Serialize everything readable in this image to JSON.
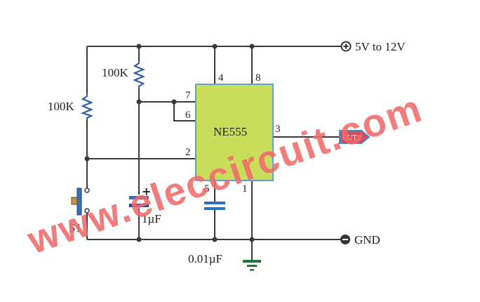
{
  "labels": {
    "supply": "5V to 12V",
    "ground": "GND",
    "chip": "NE555",
    "r1": "100K",
    "r2": "100K",
    "c1": "1µF",
    "c2": "0.01µF",
    "switch": "S1",
    "output": "OUT",
    "watermark": "www.eleccircuit.com"
  },
  "pins": {
    "p4": "4",
    "p8": "8",
    "p7": "7",
    "p6": "6",
    "p3": "3",
    "p2": "2",
    "p5": "5",
    "p1": "1"
  },
  "colors": {
    "chip_fill": "#c9dd5a",
    "chip_border": "#5aa6c9",
    "resistor": "#2f5fa5",
    "capacitor": "#2f6fc0",
    "ground_symbol": "#1f7a3a",
    "output_tag": "#d94a5a",
    "output_tag_border": "#3a8fc9",
    "switch": "#3a6fc0",
    "watermark": "#f06a6a"
  }
}
